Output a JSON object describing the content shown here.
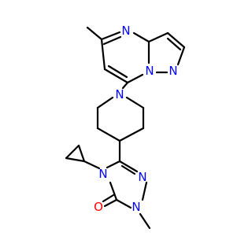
{
  "molecule": {
    "atoms": {
      "n_pyrimidine": "N",
      "n_bridge": "N",
      "n_pyrazole": "N",
      "n_piperidine": "N",
      "n_triazole_1": "N",
      "n_triazole_2": "N",
      "n_triazole_4": "N",
      "o_carbonyl": "O"
    },
    "colors": {
      "bond": "#000000",
      "nitrogen": "#0000ff",
      "oxygen": "#ff0000"
    }
  }
}
